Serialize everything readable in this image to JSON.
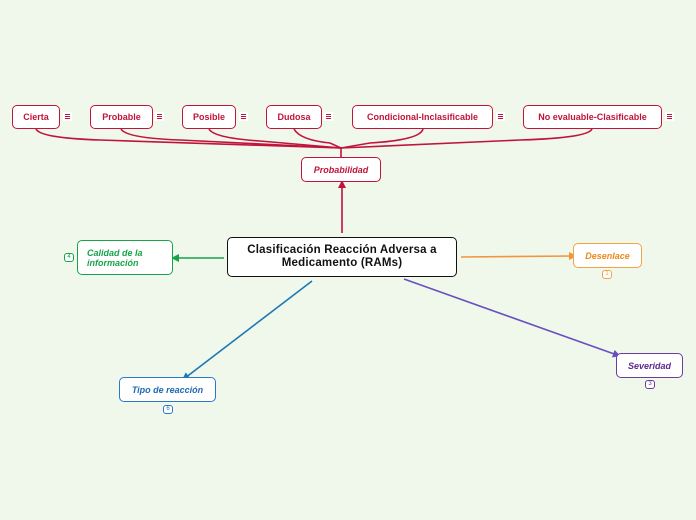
{
  "central": {
    "title": "Clasificación Reacción Adversa a Medicamento (RAMs)"
  },
  "probabilidad": {
    "label": "Probabilidad"
  },
  "categorias": [
    {
      "label": "Cierta"
    },
    {
      "label": "Probable"
    },
    {
      "label": "Posible"
    },
    {
      "label": "Dudosa"
    },
    {
      "label": "Condicional-Inclasificable"
    },
    {
      "label": "No evaluable-Clasificable"
    }
  ],
  "branches": {
    "calidad": {
      "label": "Calidad de la información",
      "count": "4"
    },
    "desenlace": {
      "label": "Desenlace",
      "count": "1"
    },
    "severidad": {
      "label": "Severidad",
      "count": "3"
    },
    "tipo": {
      "label": "Tipo de reacción",
      "count": "6"
    }
  },
  "colors": {
    "probabilidad": "#c0143c",
    "calidad": "#16a34a",
    "desenlace": "#f0963c",
    "severidad": "#6a4fc0",
    "tipo": "#1a78b4"
  },
  "icons": {
    "note": "notes-icon",
    "count": "badge-icon"
  }
}
